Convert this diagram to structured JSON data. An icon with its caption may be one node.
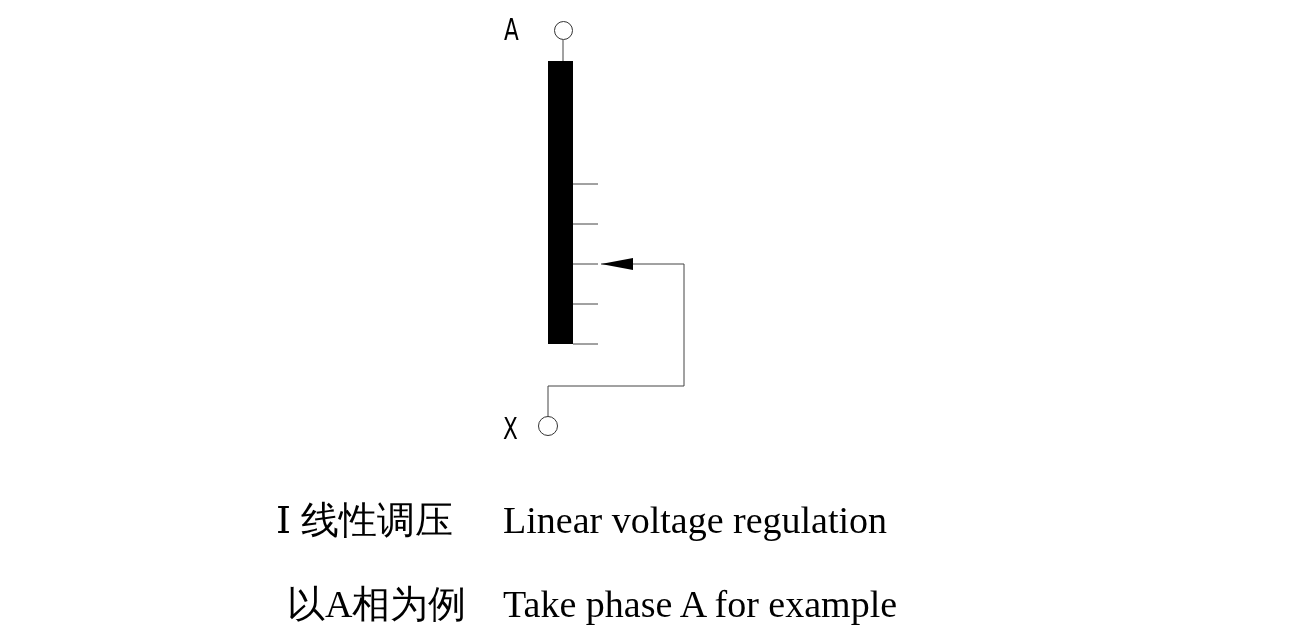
{
  "diagram": {
    "nodes": [
      {
        "text": [],
        "shape": "circle",
        "beside": [
          "A"
        ]
      },
      {
        "text": [],
        "shape": "bar"
      },
      {
        "text": [],
        "shape": "circle",
        "beside": [
          "X"
        ]
      }
    ],
    "edges": [
      {
        "from": 0,
        "to": 1,
        "arrow": "none"
      },
      {
        "from": 2,
        "to": 1,
        "arrow": "to"
      }
    ],
    "labels": [
      "Ⅰ 线性调压",
      "Linear voltage regulation",
      "以A相为例",
      "Take phase A for example"
    ]
  }
}
